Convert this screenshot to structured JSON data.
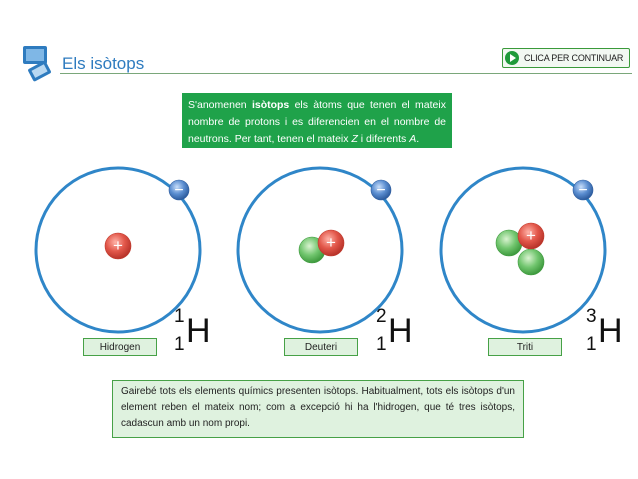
{
  "header": {
    "title": "Els isòtops",
    "continue_label": "CLICA PER CONTINUAR"
  },
  "info": {
    "part1": "S'anomenen ",
    "bold": "isòtops",
    "part2": " els àtoms que tenen el mateix nombre de protons i es diferencien en el nombre de neutrons. Per tant, tenen el mateix ",
    "italic_z": "Z",
    "part3": " i diferents ",
    "italic_a": "A",
    "part4": "."
  },
  "isotopes": [
    {
      "name": "Hidrogen",
      "mass": "1",
      "number": "1",
      "symbol": "H"
    },
    {
      "name": "Deuteri",
      "mass": "2",
      "number": "1",
      "symbol": "H"
    },
    {
      "name": "Triti",
      "mass": "3",
      "number": "1",
      "symbol": "H"
    }
  ],
  "particles": {
    "proton_sign": "+",
    "electron_sign": "−"
  },
  "footer": {
    "text": "Gairebé tots els elements químics presenten isòtops. Habitualment, tots els isòtops d'un element reben el mateix nom; com a excepció hi ha l'hidrogen, que té tres isòtops, cadascun amb un nom propi."
  },
  "colors": {
    "accent_green": "#1fa24a",
    "orbit_blue": "#2f86c8",
    "proton_red": "#e2574a",
    "neutron_green": "#6cc36c",
    "electron_blue": "#4a7fc4"
  }
}
